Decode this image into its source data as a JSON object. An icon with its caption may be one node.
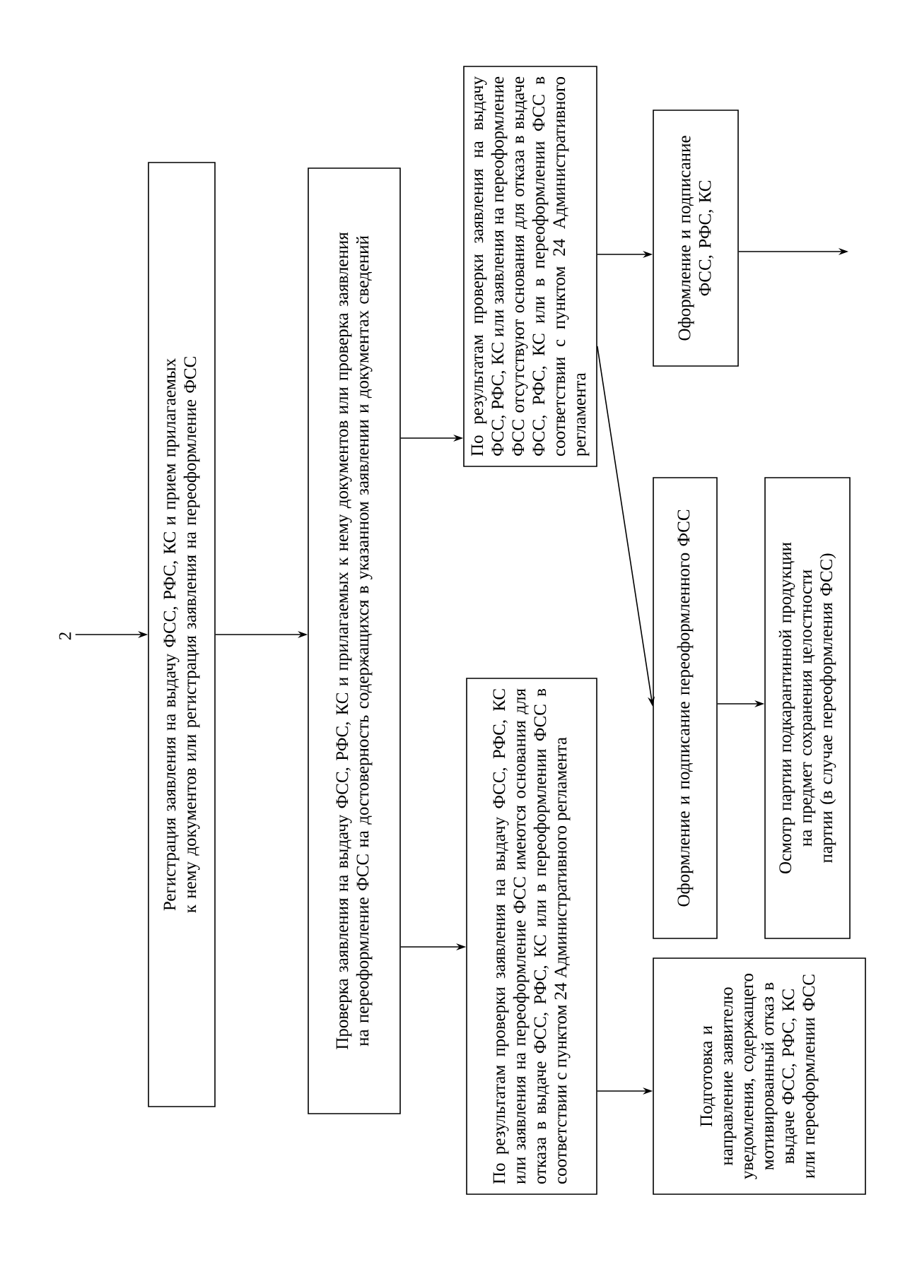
{
  "diagram": {
    "nodes": [
      {
        "text": [
          "2"
        ]
      },
      {
        "text": [
          "Регистрация заявления на выдачу ФСС, РФС, КС и прием прилагаемых к нему документов или регистрация заявления на переоформление ФСС"
        ]
      },
      {
        "text": [
          "Проверка заявления на выдачу ФСС, РФС, КС и прилагаемых к нему документов или проверка заявления на переоформление ФСС на достоверность содержащихся в указанном заявлении и документах сведений"
        ]
      },
      {
        "text": [
          "По результатам проверки заявления на выдачу ФСС, РФС, КС или заявления на переоформление ФСС отсутствуют основания для отказа в выдаче ФСС, РФС, КС или в переоформлении ФСС в соответствии с пунктом 24 Административного регламента"
        ]
      },
      {
        "text": [
          "По результатам проверки заявления на выдачу ФСС, РФС, КС или заявления на переоформление ФСС имеются основания для отказа в выдаче ФСС, РФС, КС или в переоформлении ФСС в соответствии с пунктом 24 Административного регламента"
        ]
      },
      {
        "text": [
          "Оформление и подписание ФСС, РФС, КС"
        ]
      },
      {
        "text": [
          "Оформление и подписание переоформленного ФСС"
        ]
      },
      {
        "text": [
          "Осмотр партии подкарантинной продукции на предмет сохранения целостности партии (в случае переоформления ФСС)"
        ]
      },
      {
        "text": [
          "Подготовка и направление заявителю уведомления, содержащего мотивированный отказ в выдаче ФСС, РФС, КС или переоформлении ФСС"
        ]
      }
    ],
    "edges": [
      {
        "from": 0,
        "to": 1,
        "arrow": "to"
      },
      {
        "from": 1,
        "to": 2,
        "arrow": "to"
      },
      {
        "from": 2,
        "to": 3,
        "arrow": "to"
      },
      {
        "from": 2,
        "to": 4,
        "arrow": "to"
      },
      {
        "from": 3,
        "to": 5,
        "arrow": "to"
      },
      {
        "from": 3,
        "to": 6,
        "arrow": "to"
      },
      {
        "from": 6,
        "to": 7,
        "arrow": "to"
      },
      {
        "from": 4,
        "to": 8,
        "arrow": "to"
      },
      {
        "from": 5,
        "to": null,
        "arrow": "to"
      }
    ]
  }
}
